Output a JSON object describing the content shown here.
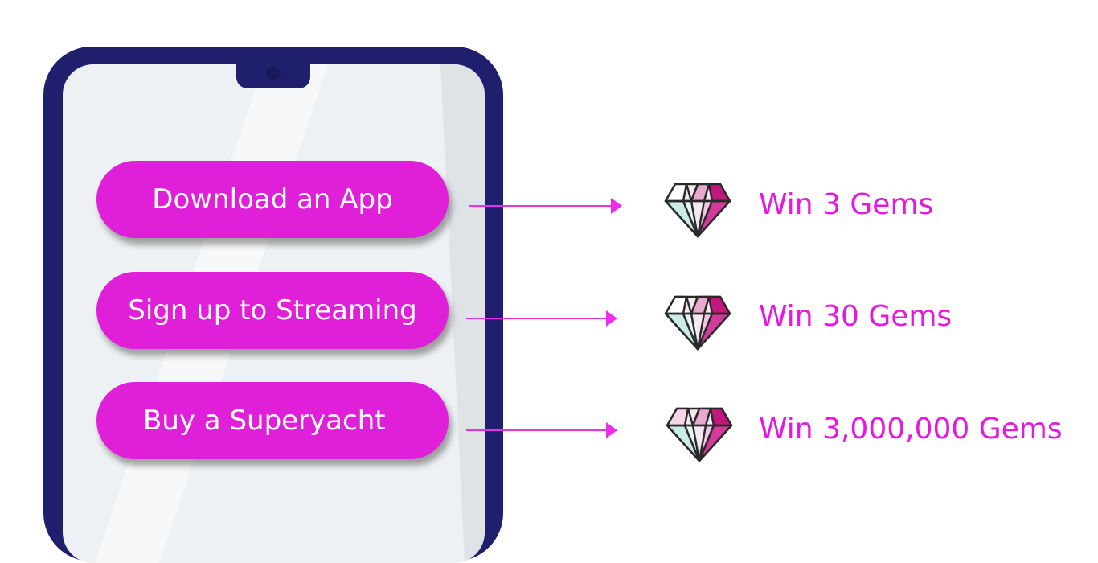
{
  "colors": {
    "phone_frame": "#1f1f6e",
    "screen": "#eef1f3",
    "button": "#e020d8",
    "accent": "#e418de"
  },
  "actions": [
    {
      "label": "Download an App",
      "reward": "Win 3 Gems",
      "icon": "gem-icon"
    },
    {
      "label": "Sign up to Streaming",
      "reward": "Win 30 Gems",
      "icon": "gem-icon"
    },
    {
      "label": "Buy a Superyacht",
      "reward": "Win 3,000,000 Gems",
      "icon": "gem-icon"
    }
  ]
}
